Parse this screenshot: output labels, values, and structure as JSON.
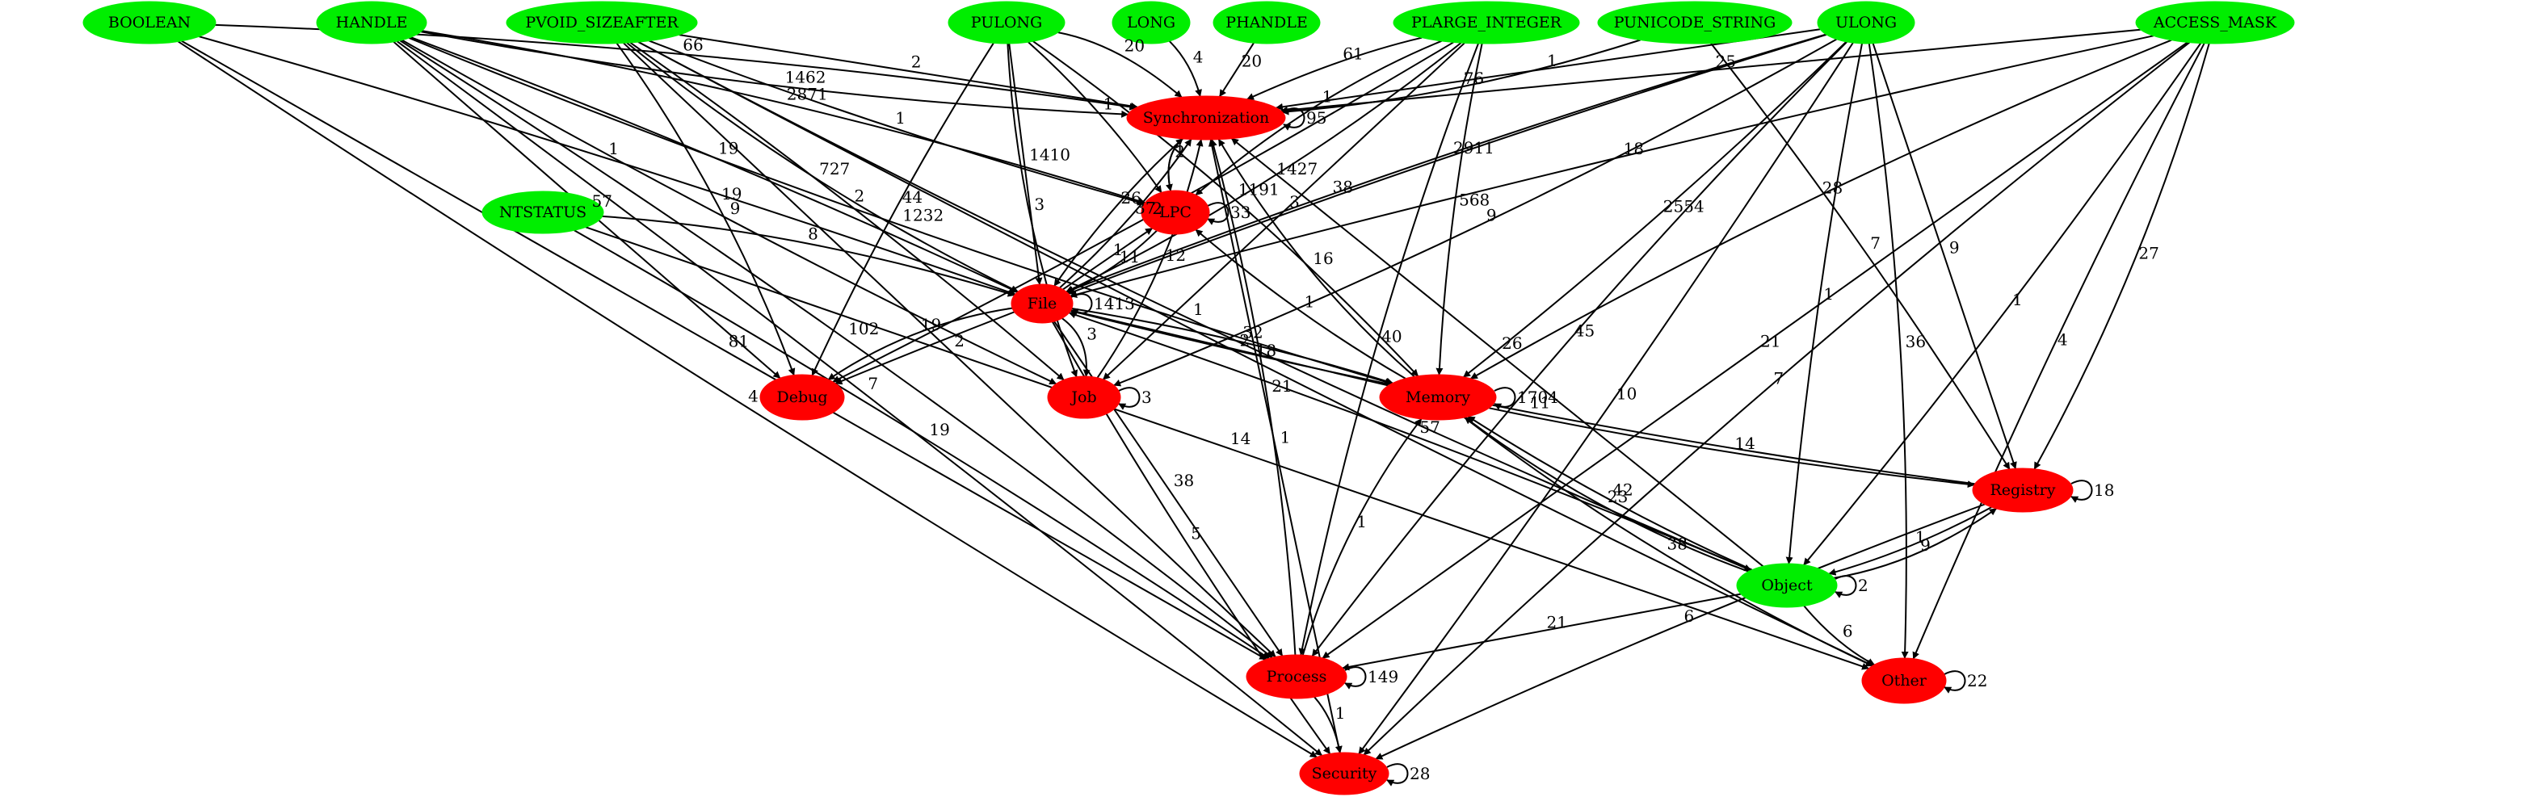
{
  "colors": {
    "type_node": "#00ee00",
    "module_node": "#ff0000",
    "edge": "#000000"
  },
  "nodes": [
    {
      "id": "BOOLEAN",
      "label": "BOOLEAN",
      "kind": "type"
    },
    {
      "id": "HANDLE",
      "label": "HANDLE",
      "kind": "type"
    },
    {
      "id": "PVOID_SIZEAFTER",
      "label": "PVOID_SIZEAFTER",
      "kind": "type"
    },
    {
      "id": "PULONG",
      "label": "PULONG",
      "kind": "type"
    },
    {
      "id": "LONG",
      "label": "LONG",
      "kind": "type"
    },
    {
      "id": "PHANDLE",
      "label": "PHANDLE",
      "kind": "type"
    },
    {
      "id": "PLARGE_INTEGER",
      "label": "PLARGE_INTEGER",
      "kind": "type"
    },
    {
      "id": "PUNICODE_STRING",
      "label": "PUNICODE_STRING",
      "kind": "type"
    },
    {
      "id": "ULONG",
      "label": "ULONG",
      "kind": "type"
    },
    {
      "id": "ACCESS_MASK",
      "label": "ACCESS_MASK",
      "kind": "type"
    },
    {
      "id": "NTSTATUS",
      "label": "NTSTATUS",
      "kind": "type"
    },
    {
      "id": "Object",
      "label": "Object",
      "kind": "type"
    },
    {
      "id": "Synchronization",
      "label": "Synchronization",
      "kind": "module"
    },
    {
      "id": "LPC",
      "label": "LPC",
      "kind": "module"
    },
    {
      "id": "File",
      "label": "File",
      "kind": "module"
    },
    {
      "id": "Debug",
      "label": "Debug",
      "kind": "module"
    },
    {
      "id": "Job",
      "label": "Job",
      "kind": "module"
    },
    {
      "id": "Memory",
      "label": "Memory",
      "kind": "module"
    },
    {
      "id": "Registry",
      "label": "Registry",
      "kind": "module"
    },
    {
      "id": "Process",
      "label": "Process",
      "kind": "module"
    },
    {
      "id": "Other",
      "label": "Other",
      "kind": "module"
    },
    {
      "id": "Security",
      "label": "Security",
      "kind": "module"
    }
  ],
  "edges": [
    {
      "from": "BOOLEAN",
      "to": "Synchronization",
      "label": "66"
    },
    {
      "from": "BOOLEAN",
      "to": "File",
      "label": "1"
    },
    {
      "from": "BOOLEAN",
      "to": "Process",
      "label": "81"
    },
    {
      "from": "BOOLEAN",
      "to": "Security",
      "label": "4"
    },
    {
      "from": "HANDLE",
      "to": "Synchronization",
      "label": "1462"
    },
    {
      "from": "HANDLE",
      "to": "LPC",
      "label": "2871"
    },
    {
      "from": "HANDLE",
      "to": "File",
      "label": "19"
    },
    {
      "from": "HANDLE",
      "to": "Debug",
      "label": "57"
    },
    {
      "from": "HANDLE",
      "to": "Job",
      "label": "9"
    },
    {
      "from": "HANDLE",
      "to": "Memory",
      "label": "1232"
    },
    {
      "from": "HANDLE",
      "to": "Process",
      "label": "102"
    },
    {
      "from": "HANDLE",
      "to": "Security",
      "label": "7"
    },
    {
      "from": "PVOID_SIZEAFTER",
      "to": "Synchronization",
      "label": "2"
    },
    {
      "from": "PVOID_SIZEAFTER",
      "to": "LPC",
      "label": "1"
    },
    {
      "from": "PVOID_SIZEAFTER",
      "to": "File",
      "label": "727"
    },
    {
      "from": "PVOID_SIZEAFTER",
      "to": "Debug",
      "label": "19"
    },
    {
      "from": "PVOID_SIZEAFTER",
      "to": "Job",
      "label": "2"
    },
    {
      "from": "PVOID_SIZEAFTER",
      "to": "Process",
      "label": "2"
    },
    {
      "from": "PVOID_SIZEAFTER",
      "to": "Other",
      "label": "18"
    },
    {
      "from": "PVOID_SIZEAFTER",
      "to": "Object",
      "label": "1"
    },
    {
      "from": "PULONG",
      "to": "Synchronization",
      "label": "20"
    },
    {
      "from": "PULONG",
      "to": "LPC",
      "label": "1"
    },
    {
      "from": "PULONG",
      "to": "File",
      "label": "1410"
    },
    {
      "from": "PULONG",
      "to": "Debug",
      "label": "44"
    },
    {
      "from": "PULONG",
      "to": "Job",
      "label": "3"
    },
    {
      "from": "PULONG",
      "to": "Memory",
      "label": "1191"
    },
    {
      "from": "LONG",
      "to": "Synchronization",
      "label": "4"
    },
    {
      "from": "PHANDLE",
      "to": "Synchronization",
      "label": "20"
    },
    {
      "from": "PLARGE_INTEGER",
      "to": "Synchronization",
      "label": "61"
    },
    {
      "from": "PLARGE_INTEGER",
      "to": "LPC",
      "label": "1"
    },
    {
      "from": "PLARGE_INTEGER",
      "to": "File",
      "label": "1427"
    },
    {
      "from": "PLARGE_INTEGER",
      "to": "Debug",
      "label": "2"
    },
    {
      "from": "PLARGE_INTEGER",
      "to": "Job",
      "label": "3"
    },
    {
      "from": "PLARGE_INTEGER",
      "to": "Memory",
      "label": "568"
    },
    {
      "from": "PLARGE_INTEGER",
      "to": "Process",
      "label": "40"
    },
    {
      "from": "PUNICODE_STRING",
      "to": "Synchronization",
      "label": "76"
    },
    {
      "from": "PUNICODE_STRING",
      "to": "Registry",
      "label": "7"
    },
    {
      "from": "ULONG",
      "to": "Synchronization",
      "label": "1"
    },
    {
      "from": "ULONG",
      "to": "File",
      "label": "2911"
    },
    {
      "from": "ULONG",
      "to": "Debug",
      "label": "38"
    },
    {
      "from": "ULONG",
      "to": "Job",
      "label": "9"
    },
    {
      "from": "ULONG",
      "to": "Memory",
      "label": "2554"
    },
    {
      "from": "ULONG",
      "to": "Registry",
      "label": "9"
    },
    {
      "from": "ULONG",
      "to": "Object",
      "label": "1"
    },
    {
      "from": "ULONG",
      "to": "Process",
      "label": "45"
    },
    {
      "from": "ULONG",
      "to": "Other",
      "label": "36"
    },
    {
      "from": "ULONG",
      "to": "Security",
      "label": "10"
    },
    {
      "from": "ACCESS_MASK",
      "to": "Synchronization",
      "label": "25"
    },
    {
      "from": "ACCESS_MASK",
      "to": "File",
      "label": "18"
    },
    {
      "from": "ACCESS_MASK",
      "to": "Memory",
      "label": "28"
    },
    {
      "from": "ACCESS_MASK",
      "to": "Registry",
      "label": "27"
    },
    {
      "from": "ACCESS_MASK",
      "to": "Object",
      "label": "1"
    },
    {
      "from": "ACCESS_MASK",
      "to": "Process",
      "label": "21"
    },
    {
      "from": "ACCESS_MASK",
      "to": "Other",
      "label": "4"
    },
    {
      "from": "ACCESS_MASK",
      "to": "Security",
      "label": "7"
    },
    {
      "from": "NTSTATUS",
      "to": "File",
      "label": "8"
    },
    {
      "from": "NTSTATUS",
      "to": "Process",
      "label": "19"
    },
    {
      "from": "NTSTATUS",
      "to": "Other",
      "label": "14"
    },
    {
      "from": "Synchronization",
      "to": "File",
      "label": "26"
    },
    {
      "from": "Synchronization",
      "to": "LPC",
      "label": "1"
    },
    {
      "from": "LPC",
      "to": "Synchronization",
      "label": "2"
    },
    {
      "from": "LPC",
      "to": "File",
      "label": "11"
    },
    {
      "from": "File",
      "to": "LPC",
      "label": "1"
    },
    {
      "from": "File",
      "to": "Synchronization",
      "label": "37"
    },
    {
      "from": "File",
      "to": "Debug",
      "label": "19"
    },
    {
      "from": "File",
      "to": "Job",
      "label": "3"
    },
    {
      "from": "File",
      "to": "Memory",
      "label": "32"
    },
    {
      "from": "File",
      "to": "Process",
      "label": "38"
    },
    {
      "from": "File",
      "to": "Security",
      "label": "5"
    },
    {
      "from": "Job",
      "to": "Synchronization",
      "label": "12"
    },
    {
      "from": "Memory",
      "to": "Synchronization",
      "label": "16"
    },
    {
      "from": "Memory",
      "to": "LPC",
      "label": "1"
    },
    {
      "from": "Memory",
      "to": "File",
      "label": "2"
    },
    {
      "from": "Memory",
      "to": "Registry",
      "label": "14"
    },
    {
      "from": "Memory",
      "to": "Other",
      "label": "38"
    },
    {
      "from": "Registry",
      "to": "File",
      "label": "11"
    },
    {
      "from": "Registry",
      "to": "Object",
      "label": "1"
    },
    {
      "from": "Object",
      "to": "Synchronization",
      "label": "26"
    },
    {
      "from": "Object",
      "to": "File",
      "label": "57"
    },
    {
      "from": "Object",
      "to": "Registry",
      "label": "9"
    },
    {
      "from": "Object",
      "to": "Memory",
      "label": "23"
    },
    {
      "from": "Object",
      "to": "Memory",
      "label": "42"
    },
    {
      "from": "Object",
      "to": "Process",
      "label": "21"
    },
    {
      "from": "Object",
      "to": "Other",
      "label": "6"
    },
    {
      "from": "Process",
      "to": "Synchronization",
      "label": "21"
    },
    {
      "from": "Process",
      "to": "Memory",
      "label": "1"
    },
    {
      "from": "Process",
      "to": "Security",
      "label": "1"
    },
    {
      "from": "Security",
      "to": "Synchronization",
      "label": "1"
    },
    {
      "from": "Registry",
      "to": "Security",
      "label": "6"
    }
  ],
  "self_loops": [
    {
      "node": "Synchronization",
      "label": "95"
    },
    {
      "node": "LPC",
      "label": "33"
    },
    {
      "node": "File",
      "label": "1413"
    },
    {
      "node": "Job",
      "label": "3"
    },
    {
      "node": "Memory",
      "label": "1704"
    },
    {
      "node": "Registry",
      "label": "18"
    },
    {
      "node": "Object",
      "label": "2"
    },
    {
      "node": "Process",
      "label": "149"
    },
    {
      "node": "Other",
      "label": "22"
    },
    {
      "node": "Security",
      "label": "28"
    }
  ]
}
